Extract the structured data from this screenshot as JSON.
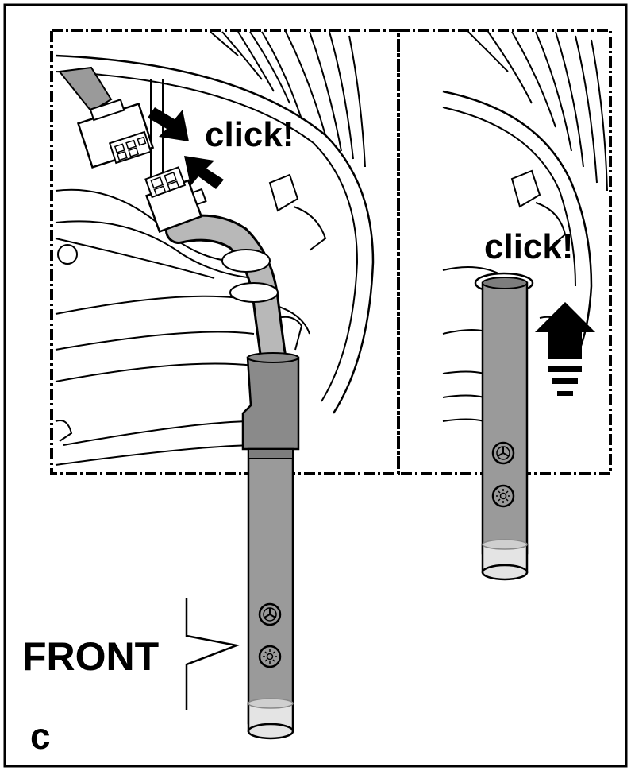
{
  "labels": {
    "click_left": "click!",
    "click_right": "click!",
    "front": "FRONT",
    "step": "c"
  },
  "icons": {
    "upper": "fan-icon",
    "lower": "light-icon"
  },
  "colors": {
    "ink": "#000000",
    "tube": "#9a9a9a",
    "tube_dark": "#7d7d7d",
    "glass": "#e4e4e4",
    "cable": "#b8b8b8"
  }
}
